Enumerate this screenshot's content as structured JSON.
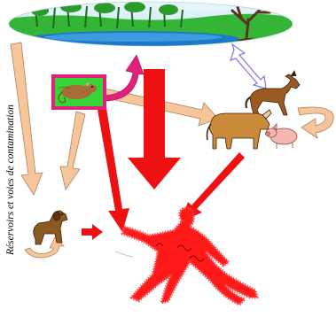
{
  "diagram": {
    "side_label": "Réservoirs et voies de contamination",
    "colors": {
      "red_arrow": "#ee1111",
      "peach_arrow": "#f6c69a",
      "peach_arrow_stroke": "#b08060",
      "human": "#ff1a1a",
      "rat_box_border": "#e0207a",
      "rat_box_fill": "#35d535",
      "pond_sky": "#cdeaf4",
      "pond_grass": "#2fb52f",
      "water": "#1c78c8",
      "double_arrow": "#b7b7e8"
    },
    "nodes": [
      {
        "id": "pond",
        "icon": "pond-landscape-icon"
      },
      {
        "id": "rat",
        "icon": "rat-icon"
      },
      {
        "id": "horse",
        "icon": "horse-icon"
      },
      {
        "id": "cow",
        "icon": "cow-icon"
      },
      {
        "id": "pig",
        "icon": "pig-icon"
      },
      {
        "id": "dog",
        "icon": "dog-icon"
      },
      {
        "id": "human",
        "icon": "human-figure-icon"
      }
    ]
  }
}
